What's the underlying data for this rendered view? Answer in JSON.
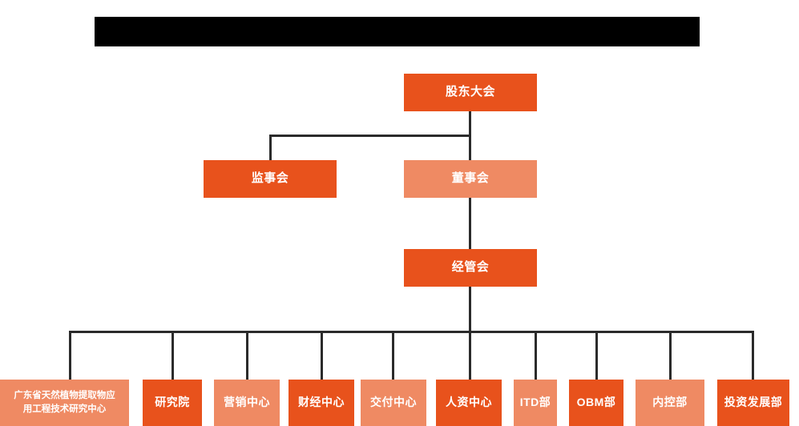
{
  "document": {
    "kind": "organization-chart",
    "title_bar": {
      "label": "",
      "state": "redacted",
      "color": "#000000"
    }
  },
  "theme": {
    "background": "#ffffff",
    "accent_dark": "#e8521c",
    "accent_light": "#ef8a63",
    "connector": "#2b2b2b",
    "node_text": "#ffffff"
  },
  "chart_data": {
    "type": "diagram",
    "title": "",
    "levels": [
      {
        "index": 0,
        "nodes": [
          {
            "id": "shareholders",
            "label": "股东大会",
            "tone": "dark"
          }
        ]
      },
      {
        "index": 1,
        "nodes": [
          {
            "id": "supervisors",
            "label": "监事会",
            "tone": "dark"
          },
          {
            "id": "directors",
            "label": "董事会",
            "tone": "light"
          }
        ]
      },
      {
        "index": 2,
        "nodes": [
          {
            "id": "management",
            "label": "经管会",
            "tone": "dark"
          }
        ]
      },
      {
        "index": 3,
        "nodes": [
          {
            "id": "research-center",
            "label": "广东省天然植物提取物应用工程技术研究中心",
            "tone": "light"
          },
          {
            "id": "institute",
            "label": "研究院",
            "tone": "dark"
          },
          {
            "id": "marketing",
            "label": "营销中心",
            "tone": "light"
          },
          {
            "id": "finance",
            "label": "财经中心",
            "tone": "dark"
          },
          {
            "id": "delivery",
            "label": "交付中心",
            "tone": "light"
          },
          {
            "id": "hr",
            "label": "人资中心",
            "tone": "dark"
          },
          {
            "id": "itd",
            "label": "ITD部",
            "tone": "light"
          },
          {
            "id": "obm",
            "label": "OBM部",
            "tone": "dark"
          },
          {
            "id": "internal-control",
            "label": "内控部",
            "tone": "light"
          },
          {
            "id": "investment",
            "label": "投资发展部",
            "tone": "dark"
          }
        ]
      }
    ],
    "edges": [
      {
        "from": "shareholders",
        "to": "supervisors"
      },
      {
        "from": "shareholders",
        "to": "directors"
      },
      {
        "from": "directors",
        "to": "management"
      },
      {
        "from": "management",
        "to": "research-center"
      },
      {
        "from": "management",
        "to": "institute"
      },
      {
        "from": "management",
        "to": "marketing"
      },
      {
        "from": "management",
        "to": "finance"
      },
      {
        "from": "management",
        "to": "delivery"
      },
      {
        "from": "management",
        "to": "hr"
      },
      {
        "from": "management",
        "to": "itd"
      },
      {
        "from": "management",
        "to": "obm"
      },
      {
        "from": "management",
        "to": "internal-control"
      },
      {
        "from": "management",
        "to": "investment"
      }
    ]
  },
  "nodes": {
    "shareholders": "股东大会",
    "supervisors": "监事会",
    "directors": "董事会",
    "management": "经管会",
    "research_center_line1": "广东省天然植物提取物应",
    "research_center_line2": "用工程技术研究中心",
    "institute": "研究院",
    "marketing": "营销中心",
    "finance": "财经中心",
    "delivery": "交付中心",
    "hr": "人资中心",
    "itd": "ITD部",
    "obm": "OBM部",
    "internal_control": "内控部",
    "investment": "投资发展部"
  }
}
